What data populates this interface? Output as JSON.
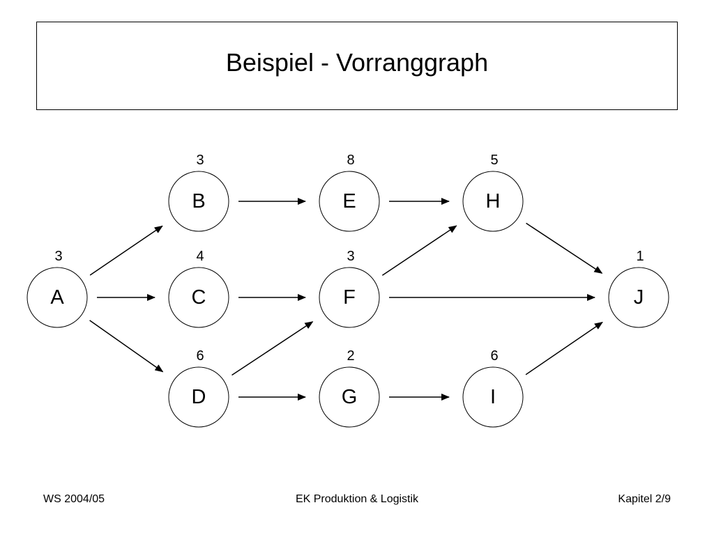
{
  "slide": {
    "title": "Beispiel - Vorranggraph"
  },
  "graph": {
    "nodes": [
      {
        "id": "A",
        "label": "A",
        "weight": "3"
      },
      {
        "id": "B",
        "label": "B",
        "weight": "3"
      },
      {
        "id": "C",
        "label": "C",
        "weight": "4"
      },
      {
        "id": "D",
        "label": "D",
        "weight": "6"
      },
      {
        "id": "E",
        "label": "E",
        "weight": "8"
      },
      {
        "id": "F",
        "label": "F",
        "weight": "3"
      },
      {
        "id": "G",
        "label": "G",
        "weight": "2"
      },
      {
        "id": "H",
        "label": "H",
        "weight": "5"
      },
      {
        "id": "I",
        "label": "I",
        "weight": "6"
      },
      {
        "id": "J",
        "label": "J",
        "weight": "1"
      }
    ],
    "edges": [
      {
        "from": "A",
        "to": "B"
      },
      {
        "from": "A",
        "to": "C"
      },
      {
        "from": "A",
        "to": "D"
      },
      {
        "from": "B",
        "to": "E"
      },
      {
        "from": "C",
        "to": "F"
      },
      {
        "from": "D",
        "to": "F"
      },
      {
        "from": "D",
        "to": "G"
      },
      {
        "from": "E",
        "to": "H"
      },
      {
        "from": "F",
        "to": "H"
      },
      {
        "from": "F",
        "to": "J"
      },
      {
        "from": "G",
        "to": "I"
      },
      {
        "from": "H",
        "to": "J"
      },
      {
        "from": "I",
        "to": "J"
      }
    ]
  },
  "footer": {
    "left": "WS 2004/05",
    "center": "EK Produktion & Logistik",
    "right": "Kapitel 2/9"
  }
}
